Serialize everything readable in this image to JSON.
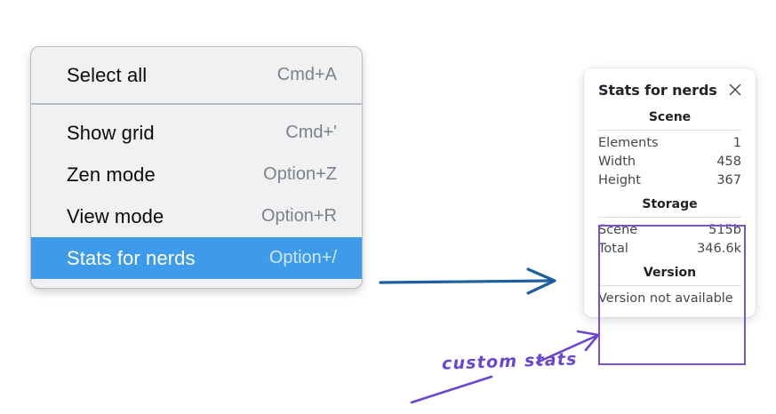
{
  "context_menu": {
    "groups": [
      {
        "items": [
          {
            "label": "Select all",
            "shortcut": "Cmd+A",
            "selected": false
          }
        ]
      },
      {
        "items": [
          {
            "label": "Show grid",
            "shortcut": "Cmd+'",
            "selected": false
          },
          {
            "label": "Zen mode",
            "shortcut": "Option+Z",
            "selected": false
          },
          {
            "label": "View mode",
            "shortcut": "Option+R",
            "selected": false
          },
          {
            "label": "Stats for nerds",
            "shortcut": "Option+/",
            "selected": true
          }
        ]
      }
    ]
  },
  "stats_panel": {
    "title": "Stats for nerds",
    "close_icon": "close-icon",
    "sections": [
      {
        "heading": "Scene",
        "rows": [
          {
            "key": "Elements",
            "value": "1"
          },
          {
            "key": "Width",
            "value": "458"
          },
          {
            "key": "Height",
            "value": "367"
          }
        ]
      },
      {
        "heading": "Storage",
        "rows": [
          {
            "key": "Scene",
            "value": "515b"
          },
          {
            "key": "Total",
            "value": "346.6k"
          }
        ]
      },
      {
        "heading": "Version",
        "single_value": "Version not available"
      }
    ]
  },
  "annotations": {
    "custom_stats_label": "custom stats",
    "arrow_flow_color": "#1f5fa0",
    "highlight_color": "#7a52d6"
  }
}
